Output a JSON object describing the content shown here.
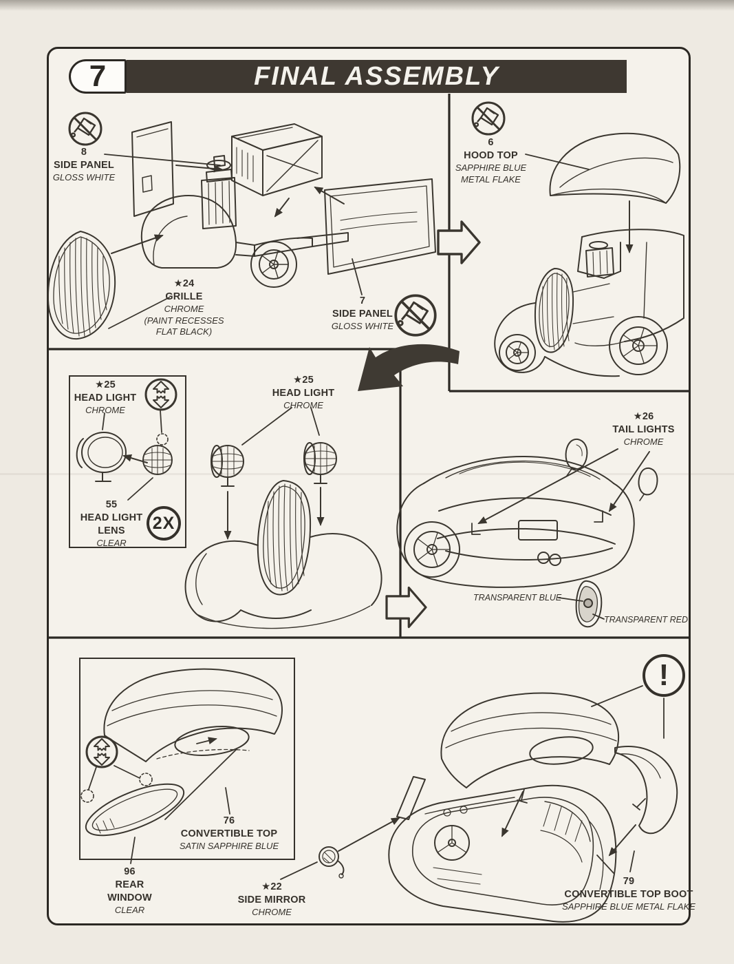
{
  "header": {
    "step_number": "7",
    "title": "FINAL ASSEMBLY"
  },
  "parts": {
    "side_panel_8": {
      "num": "8",
      "name": "SIDE PANEL",
      "finish": "GLOSS WHITE"
    },
    "grille_24": {
      "num": "★24",
      "name": "GRILLE",
      "finish": "CHROME",
      "note_line1": "(PAINT RECESSES",
      "note_line2": "FLAT BLACK)"
    },
    "side_panel_7": {
      "num": "7",
      "name": "SIDE PANEL",
      "finish": "GLOSS WHITE"
    },
    "hood_top_6": {
      "num": "6",
      "name": "HOOD TOP",
      "finish_line1": "SAPPHIRE BLUE",
      "finish_line2": "METAL FLAKE"
    },
    "head_light_25_inset": {
      "num": "★25",
      "name": "HEAD LIGHT",
      "finish": "CHROME"
    },
    "head_light_lens_55": {
      "num": "55",
      "name_line1": "HEAD LIGHT",
      "name_line2": "LENS",
      "finish": "CLEAR"
    },
    "head_light_25_main": {
      "num": "★25",
      "name": "HEAD LIGHT",
      "finish": "CHROME"
    },
    "tail_lights_26": {
      "num": "★26",
      "name": "TAIL LIGHTS",
      "finish": "CHROME"
    },
    "convertible_top_76": {
      "num": "76",
      "name": "CONVERTIBLE TOP",
      "finish": "SATIN SAPPHIRE BLUE"
    },
    "rear_window_96": {
      "num": "96",
      "name_line1": "REAR",
      "name_line2": "WINDOW",
      "finish": "CLEAR"
    },
    "side_mirror_22": {
      "num": "★22",
      "name": "SIDE MIRROR",
      "finish": "CHROME"
    },
    "convertible_top_boot_79": {
      "num": "79",
      "name": "CONVERTIBLE TOP BOOT",
      "finish": "SAPPHIRE BLUE METAL FLAKE"
    }
  },
  "annotations": {
    "quantity_2x": "2X",
    "transparent_blue": "TRANSPARENT BLUE",
    "transparent_red": "TRANSPARENT RED",
    "caution_mark": "!"
  },
  "colors": {
    "ink": "#3a362f",
    "header_bar": "#3e3831",
    "paper": "#eeeae2",
    "sheet": "#f5f2eb"
  }
}
